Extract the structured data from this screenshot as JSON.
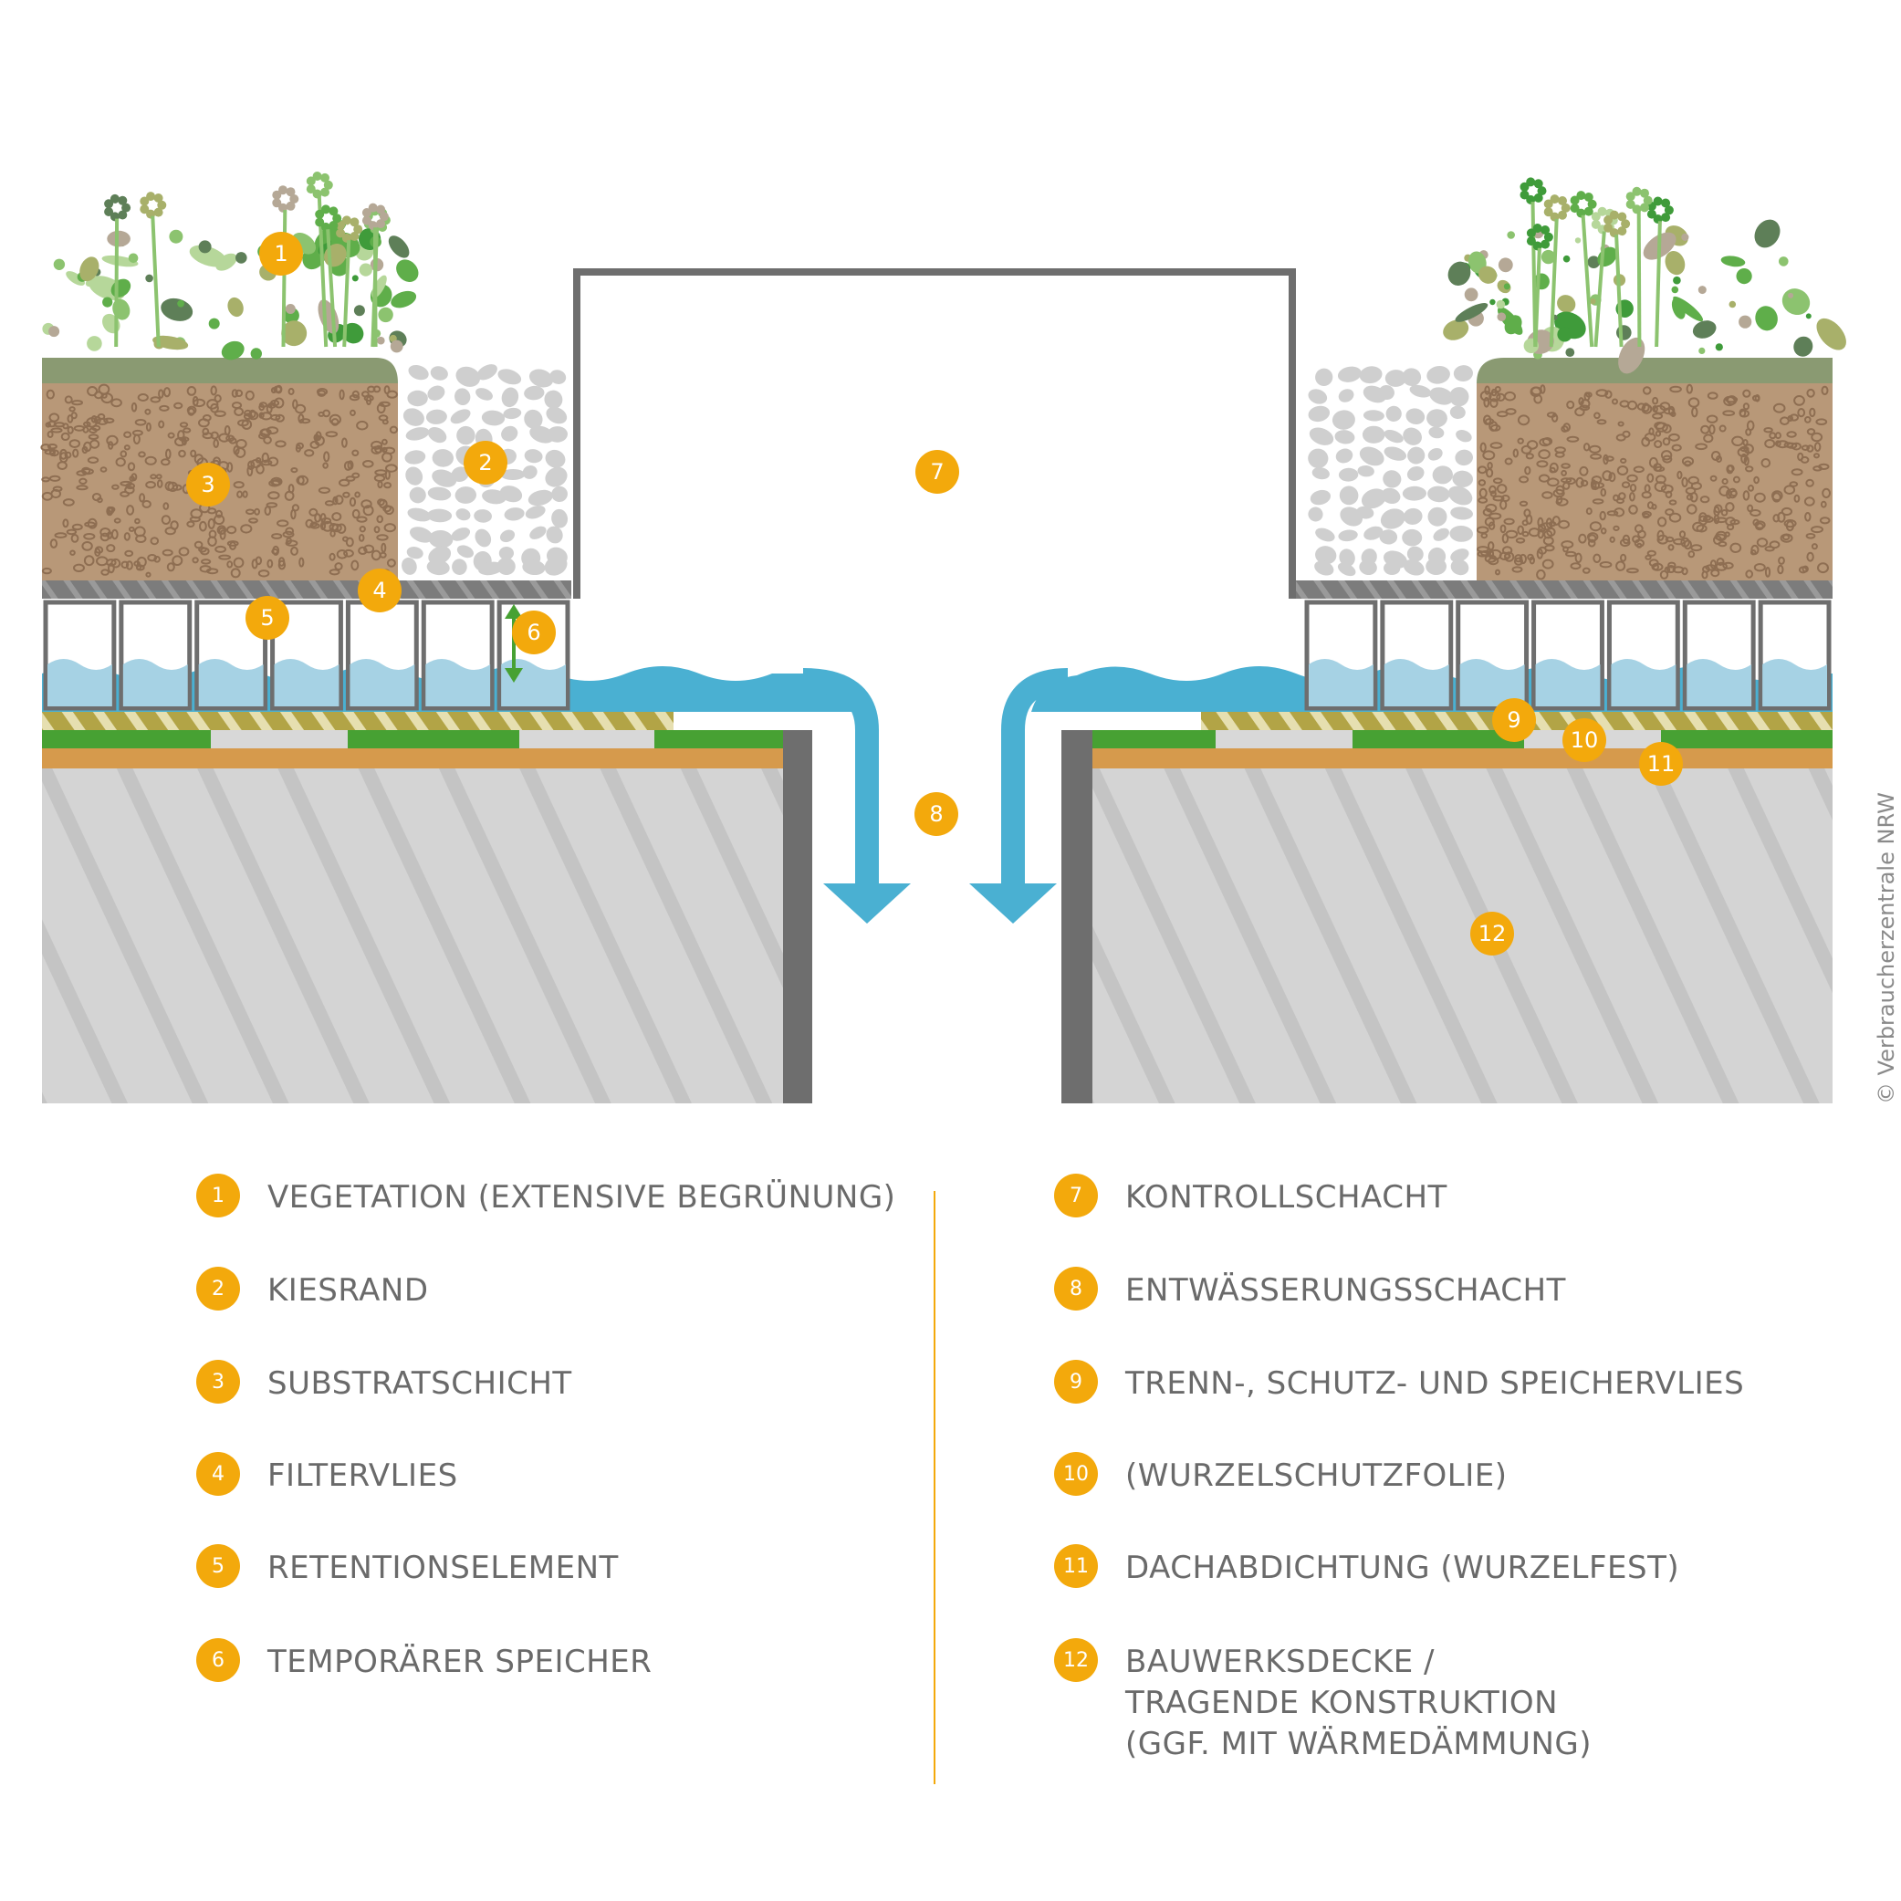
{
  "markers": [
    {
      "n": "1"
    },
    {
      "n": "2"
    },
    {
      "n": "3"
    },
    {
      "n": "4"
    },
    {
      "n": "5"
    },
    {
      "n": "6"
    },
    {
      "n": "7"
    },
    {
      "n": "8"
    },
    {
      "n": "9"
    },
    {
      "n": "10"
    },
    {
      "n": "11"
    },
    {
      "n": "12"
    }
  ],
  "legend": {
    "left": [
      {
        "n": "1",
        "label": "VEGETATION (EXTENSIVE BEGRÜNUNG)"
      },
      {
        "n": "2",
        "label": "KIESRAND"
      },
      {
        "n": "3",
        "label": "SUBSTRATSCHICHT"
      },
      {
        "n": "4",
        "label": "FILTERVLIES"
      },
      {
        "n": "5",
        "label": "RETENTIONSELEMENT"
      },
      {
        "n": "6",
        "label": "TEMPORÄRER SPEICHER"
      }
    ],
    "right": [
      {
        "n": "7",
        "label": "KONTROLLSCHACHT"
      },
      {
        "n": "8",
        "label": "ENTWÄSSERUNGSSCHACHT"
      },
      {
        "n": "9",
        "label": "TRENN-, SCHUTZ- UND SPEICHERVLIES"
      },
      {
        "n": "10",
        "label": "(WURZELSCHUTZFOLIE)"
      },
      {
        "n": "11",
        "label": "DACHABDICHTUNG (WURZELFEST)"
      },
      {
        "n": "12",
        "label": "BAUWERKSDECKE /\nTRAGENDE KONSTRUKTION\n(GGF. MIT WÄRMEDÄMMUNG)"
      }
    ]
  },
  "copyright": "© Verbraucherzentrale NRW",
  "colors": {
    "marker": "#f3a90c",
    "vegetation_mat": "#8a9a72",
    "substrate": "#b89878",
    "gravel_stone": "#cfcfcf",
    "filter_fleece": "#7c7c7c",
    "water": "#4ab0d2",
    "water_light": "#a6d2e4",
    "fleece_stripe": "#b2a446",
    "root_foil_green": "#47a133",
    "root_foil_grey": "#d8d8d8",
    "waterproofing": "#d69a4c",
    "slab": "#d4d4d4",
    "shaft_wall": "#6e6e6e",
    "legend_text": "#6a6a6a"
  }
}
